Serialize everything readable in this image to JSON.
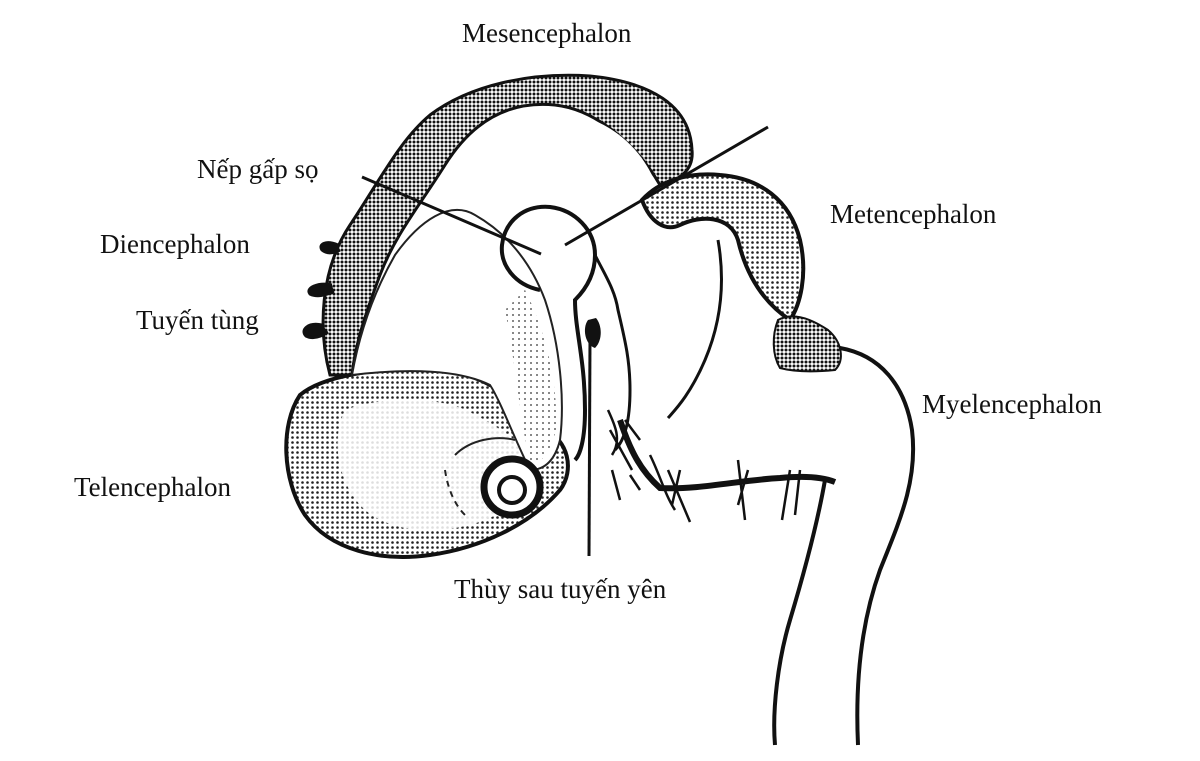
{
  "diagram": {
    "labels": {
      "mesencephalon": "Mesencephalon",
      "nep_gap_so": "Nếp gấp sọ",
      "metencephalon": "Metencephalon",
      "diencephalon": "Diencephalon",
      "tuyen_tung": "Tuyến tùng",
      "myelencephalon": "Myelencephalon",
      "telencephalon": "Telencephalon",
      "thuy_sau_tuyen_yen": "Thùy sau tuyến yên"
    }
  }
}
